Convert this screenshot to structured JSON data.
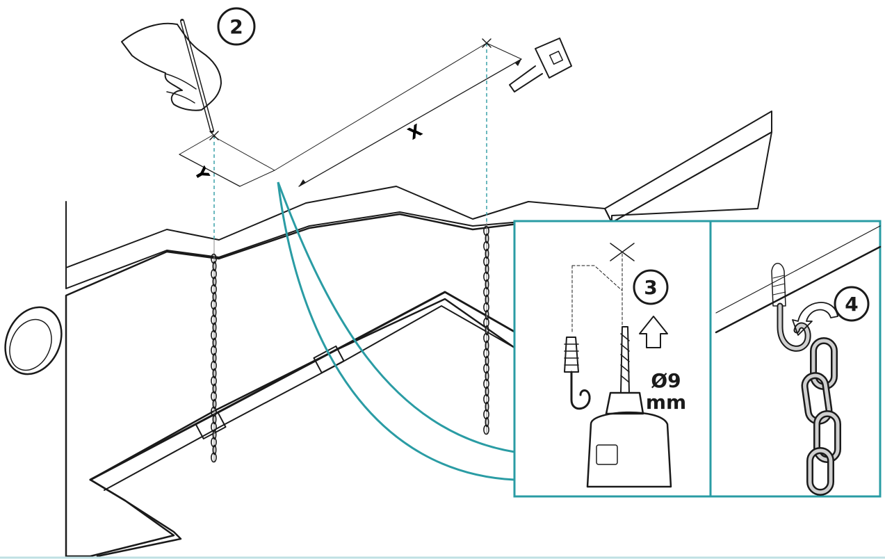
{
  "steps": {
    "step2": "2",
    "step3": "3",
    "step4": "4"
  },
  "dimensions": {
    "x_label": "X",
    "y_label": "Y"
  },
  "drill_spec": {
    "diameter": "Ø9",
    "unit": "mm"
  },
  "colors": {
    "teal_frame": "#2a9ca4",
    "badge_fill": "#d9d9d9",
    "wall_fill": "#e3e3e3",
    "ink": "#1a1a1a"
  }
}
